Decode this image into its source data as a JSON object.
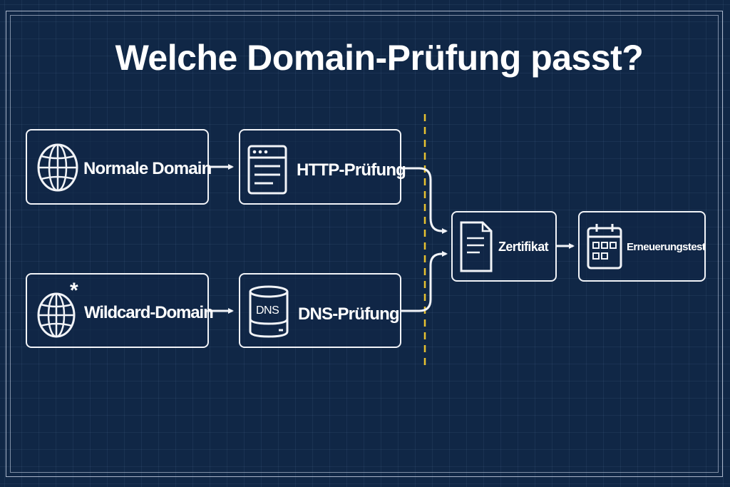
{
  "title": "Welche Domain-Prüfung passt?",
  "nodes": {
    "normal_domain": {
      "label": "Normale Domain",
      "icon": "globe-icon"
    },
    "http_check": {
      "label": "HTTP-Prüfung",
      "icon": "browser-window-icon"
    },
    "wildcard_domain": {
      "label": "Wildcard-Domain",
      "icon": "globe-wildcard-icon",
      "badge": "*"
    },
    "dns_check": {
      "label": "DNS-Prüfung",
      "icon": "dns-database-icon",
      "icon_text": "DNS"
    },
    "certificate": {
      "label": "Zertifikat",
      "icon": "document-icon"
    },
    "renewal_test": {
      "label": "Erneuerungstest",
      "icon": "calendar-icon"
    }
  },
  "edges": [
    {
      "from": "normal_domain",
      "to": "http_check"
    },
    {
      "from": "wildcard_domain",
      "to": "dns_check"
    },
    {
      "from": "http_check",
      "to": "certificate"
    },
    {
      "from": "dns_check",
      "to": "certificate"
    },
    {
      "from": "certificate",
      "to": "renewal_test"
    }
  ],
  "colors": {
    "background": "#102746",
    "stroke": "#f2f4f8",
    "divider": "#e8c230"
  }
}
